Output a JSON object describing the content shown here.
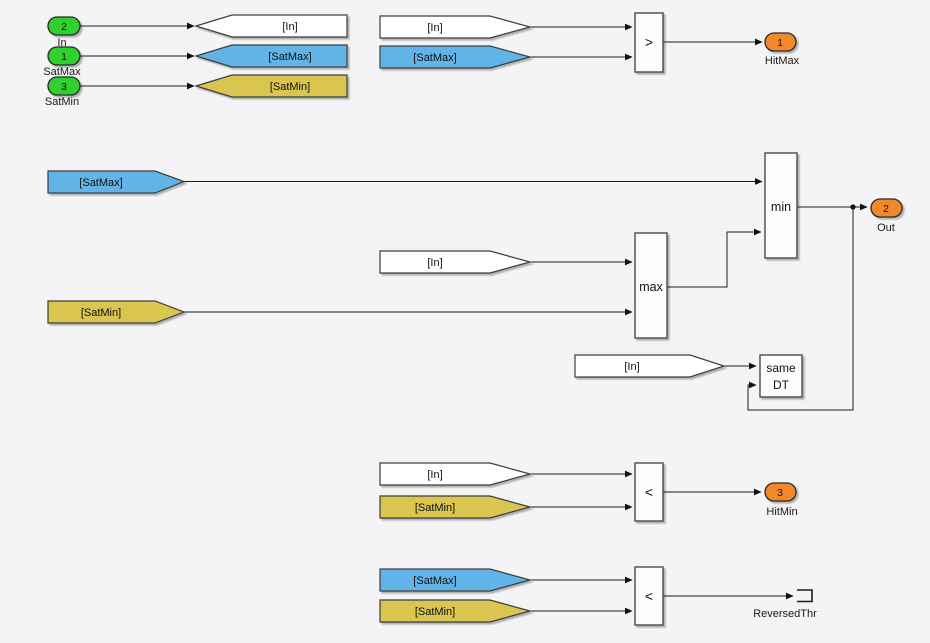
{
  "colors": {
    "background": "#f4f4f6",
    "tag_white": "#ffffff",
    "tag_blue": "#62b4e8",
    "tag_yellow": "#d9c550",
    "inport_green": "#2ed12e",
    "outport_orange": "#f1892b",
    "block_fill": "#fdfdfd"
  },
  "tags": {
    "in": "[In]",
    "satmax": "[SatMax]",
    "satmin": "[SatMin]"
  },
  "blocks": {
    "gt": ">",
    "lt": "<",
    "min": "min",
    "max": "max",
    "same_dt_line1": "same",
    "same_dt_line2": "DT"
  },
  "inports": {
    "in": {
      "number": "2",
      "label": "In"
    },
    "satmax": {
      "number": "1",
      "label": "SatMax"
    },
    "satmin": {
      "number": "3",
      "label": "SatMin"
    }
  },
  "outports": {
    "hitmax": {
      "number": "1",
      "label": "HitMax"
    },
    "out": {
      "number": "2",
      "label": "Out"
    },
    "hitmin": {
      "number": "3",
      "label": "HitMin"
    }
  },
  "terminator": {
    "label": "ReversedThr"
  }
}
